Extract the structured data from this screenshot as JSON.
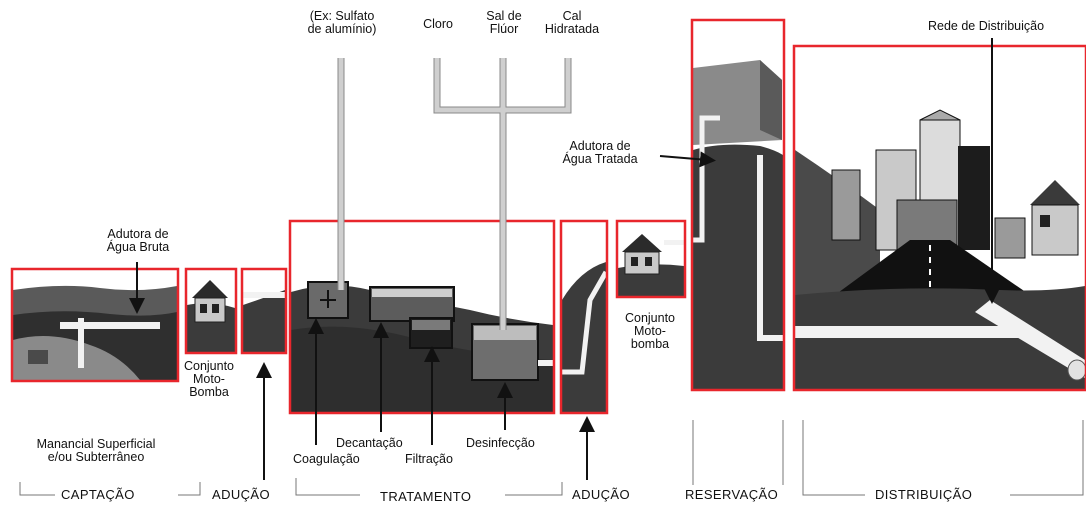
{
  "chemicals": {
    "coagulant": "(Ex: Sulfato\nde alumínio)",
    "chlorine": "Cloro",
    "fluoride": "Sal de\nFlúor",
    "lime": "Cal\nHidratada"
  },
  "labels": {
    "raw_water_main": "Adutora de\nÁgua Bruta",
    "treated_water_main": "Adutora de\nÁgua Tratada",
    "distribution_network": "Rede de Distribuição",
    "pump_set_1": "Conjunto\nMoto-\nBomba",
    "pump_set_2": "Conjunto\nMoto-\nbomba",
    "source": "Manancial Superficial\ne/ou Subterrâneo",
    "coagulation": "Coagulação",
    "decantation": "Decantação",
    "filtration": "Filtração",
    "disinfection": "Desinfecção"
  },
  "stages": {
    "capture": "CAPTAÇÃO",
    "adduction_1": "ADUÇÃO",
    "treatment": "TRATAMENTO",
    "adduction_2": "ADUÇÃO",
    "reservation": "RESERVAÇÃO",
    "distribution": "DISTRIBUIÇÃO"
  },
  "colors": {
    "frame": "#e8262c",
    "ground_dark": "#3b3b3b",
    "ground_mid": "#6b6b6b",
    "sky": "#ffffff",
    "pipe": "#f2f2f2"
  }
}
